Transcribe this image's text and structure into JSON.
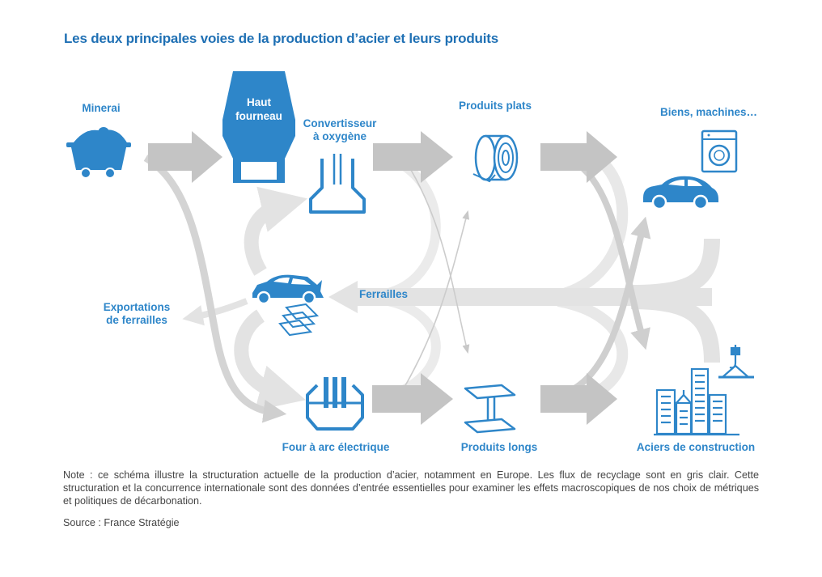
{
  "title": "Les deux principales voies de la production d’acier et leurs produits",
  "nodes": {
    "minerai": "Minerai",
    "haut_fourneau_1": "Haut",
    "haut_fourneau_2": "fourneau",
    "convertisseur_1": "Convertisseur",
    "convertisseur_2": "à oxygène",
    "produits_plats": "Produits plats",
    "biens_machines": "Biens, machines…",
    "ferrailles": "Ferrailles",
    "exportations_1": "Exportations",
    "exportations_2": "de ferrailles",
    "four_arc": "Four à arc électrique",
    "produits_longs": "Produits longs",
    "aciers_construction": "Aciers de construction"
  },
  "colors": {
    "accent": "#2e86c9",
    "title": "#1f70b4",
    "flow_main": "#c4c4c4",
    "flow_recycling": "#e3e3e3",
    "text": "#444444"
  },
  "icons": [
    "mine-cart-icon",
    "blast-furnace-icon",
    "oxygen-converter-icon",
    "steel-coil-icon",
    "washing-machine-icon",
    "car-icon",
    "scrap-car-icon",
    "scrap-sheets-icon",
    "electric-arc-furnace-icon",
    "i-beam-icon",
    "city-buildings-icon",
    "crane-hook-icon"
  ],
  "note": "Note : ce schéma illustre la structuration actuelle de la production d’acier, notamment en Europe. Les flux de recyclage sont en gris clair. Cette structuration et la concurrence internationale sont des données d’entrée essentielles pour examiner les effets macroscopiques de nos choix de métriques et politiques de décarbonation.",
  "source": "Source : France Stratégie"
}
